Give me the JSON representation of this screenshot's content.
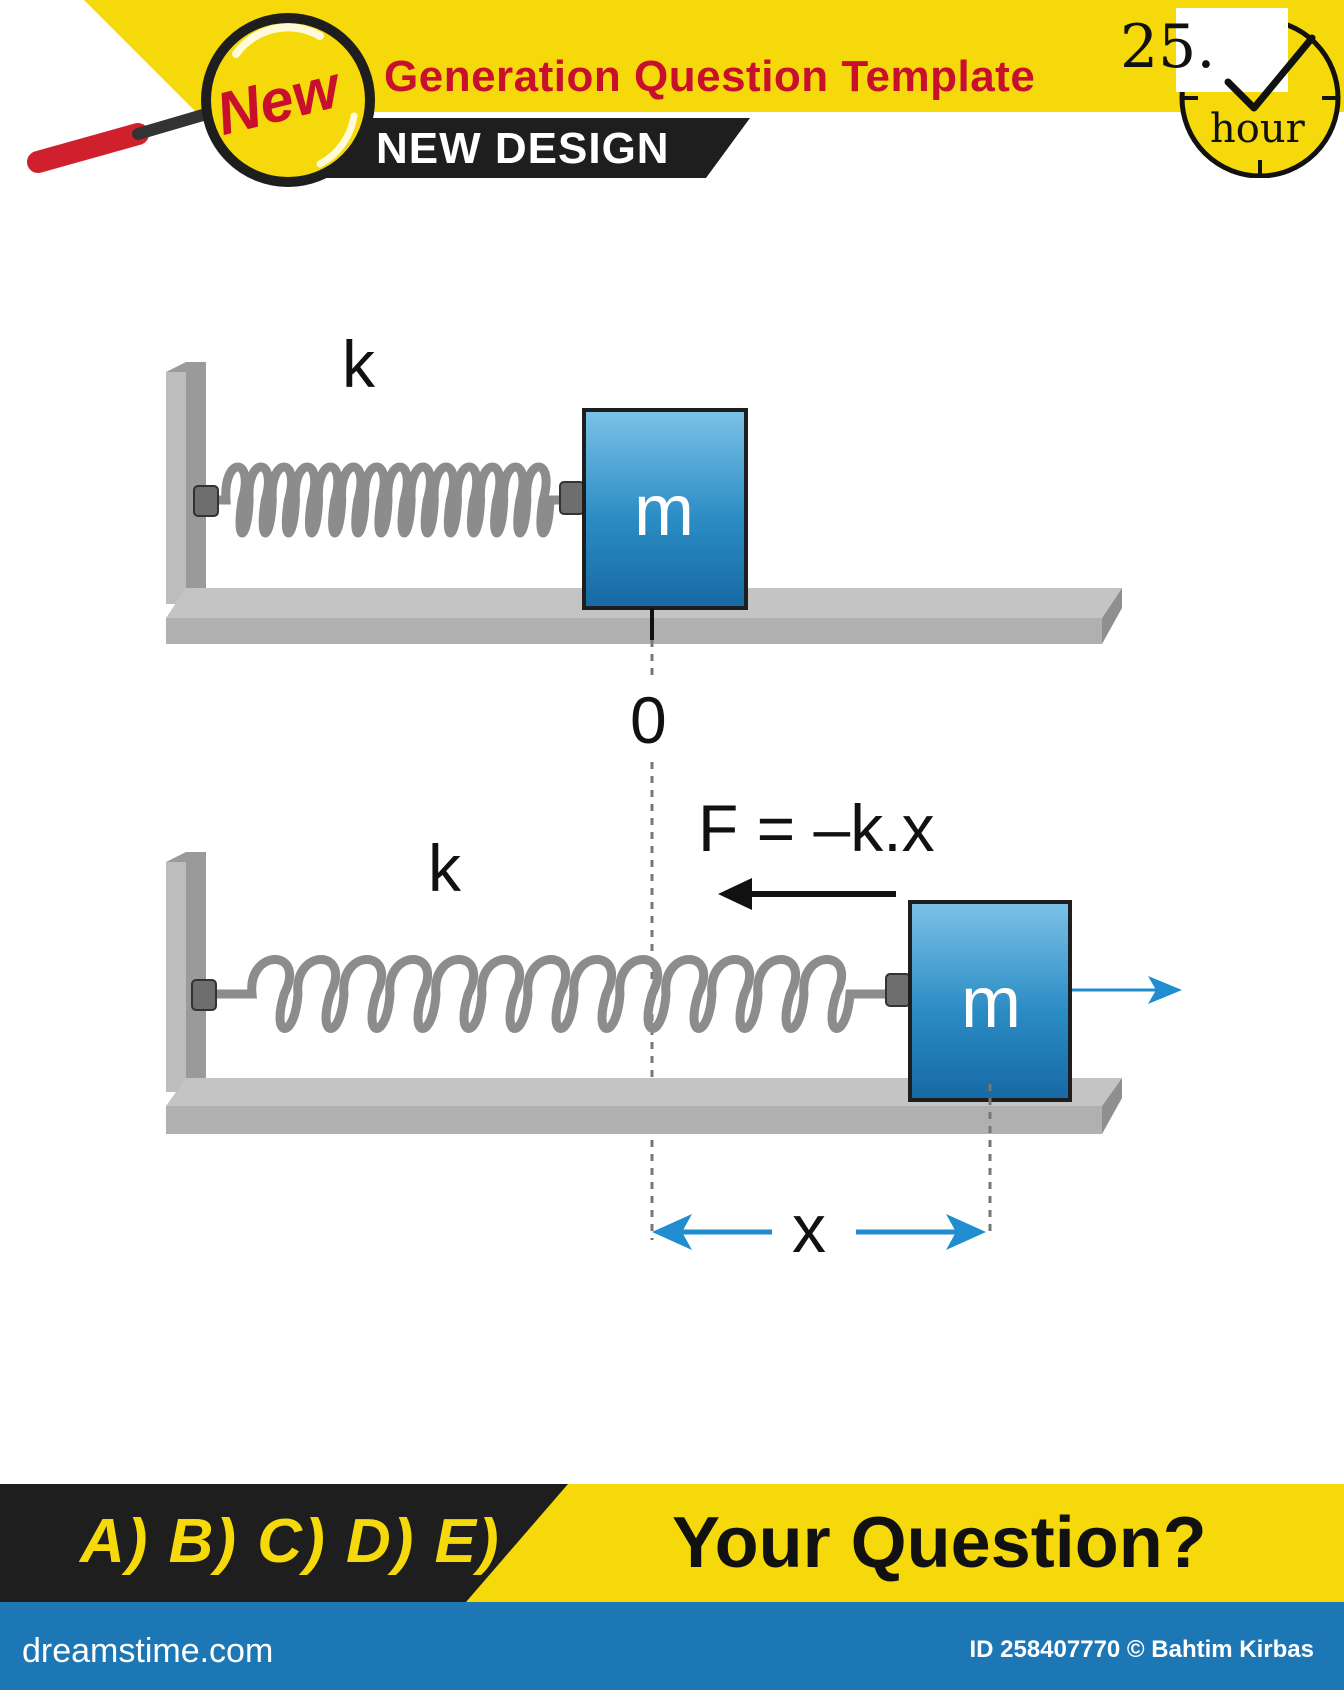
{
  "header": {
    "badge": "New",
    "title": "Generation Question Template",
    "subtitle": "NEW DESIGN",
    "clock_number": "25.",
    "clock_unit": "hour"
  },
  "diagram": {
    "top": {
      "spring_label": "k",
      "mass_label": "m"
    },
    "bottom": {
      "spring_label": "k",
      "mass_label": "m"
    },
    "equilibrium_label": "0",
    "force_label": "F = –k.x",
    "displacement_label": "x"
  },
  "footer": {
    "answer_choices": "A) B) C) D) E)",
    "question": "Your Question?"
  },
  "watermark": {
    "site": "dreamstime.com",
    "id_credit": "ID 258407770 © Bahtim Kirbas"
  },
  "colors": {
    "yellow": "#f5d90a",
    "dark": "#1e1e1e",
    "red": "#c8102e",
    "mass_blue": "#2b8cc4",
    "arrow_blue": "#1f8dd0",
    "footer_blue": "#1e77b5",
    "gray": "#b9b9b9"
  },
  "icons": [
    "magnifier-icon",
    "clock-check-icon",
    "spring-icon"
  ]
}
